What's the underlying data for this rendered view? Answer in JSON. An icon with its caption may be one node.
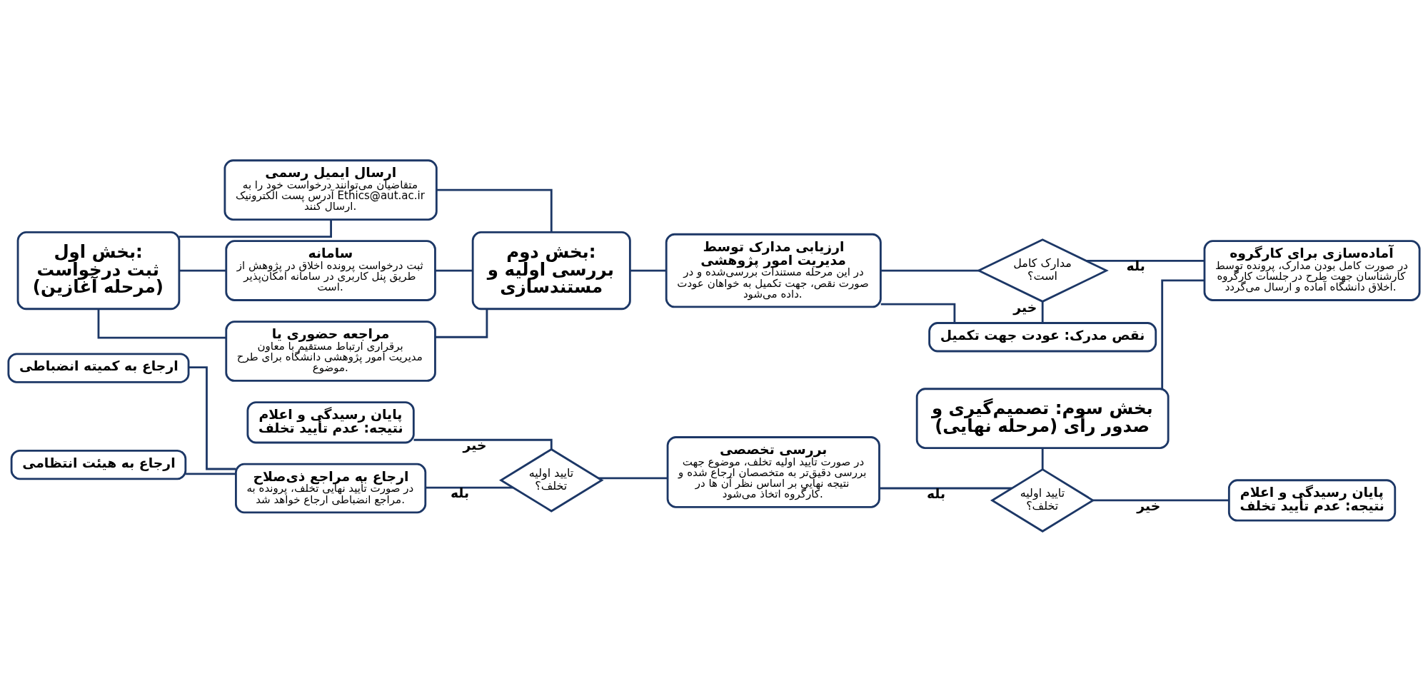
{
  "diagram": {
    "nodes": [
      {
        "text": [
          "بخش اول: ثبت درخواست (مرحله آغازین)"
        ]
      },
      {
        "text": [
          "ارسال ایمیل رسمی",
          "متقاضیان می‌توانند درخواست خود را به آدرس پست الکترونیک Ethics@aut.ac.ir ارسال کنند."
        ]
      },
      {
        "text": [
          "سامانه",
          "ثبت درخواست پرونده اخلاق در پژوهش از طریق پنل کاربری در سامانه امکان‌پذیر است."
        ]
      },
      {
        "text": [
          "مراجعه حضوری یا",
          "برقراری ارتباط مستقیم با معاون مدیریت امور پژوهشی دانشگاه برای طرح موضوع."
        ]
      },
      {
        "text": [
          "بخش دوم: بررسی اولیه و مستندسازی"
        ]
      },
      {
        "text": [
          "ارزیابی مدارک توسط مدیریت امور پژوهشی",
          "در این مرحله مستندات بررسی‌شده و در صورت نقص، جهت تکمیل به خواهان عودت داده می‌شود."
        ]
      },
      {
        "text": [
          "مدارک کامل است؟"
        ]
      },
      {
        "text": [
          "آماده‌سازی برای کارگروه",
          "در صورت کامل بودن مدارک، پرونده توسط کارشناسان جهت طرح در جلسات کارگروه اخلاق دانشگاه آماده و ارسال می‌گردد."
        ]
      },
      {
        "text": [
          "نقص مدرک: عودت جهت تکمیل"
        ]
      },
      {
        "text": [
          "بخش سوم: تصمیم‌گیری و صدور رأی (مرحله نهایی)"
        ]
      },
      {
        "text": [
          "تایید اولیه تخلف؟"
        ]
      },
      {
        "text": [
          "پایان رسیدگی و اعلام نتیجه: عدم تأیید تخلف"
        ]
      },
      {
        "text": [
          "بررسی تخصصی",
          "در صورت تایید اولیه تخلف، موضوع جهت بررسی دقیق‌تر به متخصصان ارجاع شده و نتیجه نهایی بر اساس نظر آن ها در کارگروه اتخاذ می‌شود."
        ]
      },
      {
        "text": [
          "تایید اولیه تخلف؟"
        ]
      },
      {
        "text": [
          "پایان رسیدگی و اعلام نتیجه: عدم تأیید تخلف"
        ]
      },
      {
        "text": [
          "ارجاع به مراجع ذی‌صلاح",
          "در صورت تأیید نهایی تخلف، پرونده به مراجع انضباطی ارجاع خواهد شد."
        ]
      },
      {
        "text": [
          "ارجاع به کمیته انضباطی"
        ]
      },
      {
        "text": [
          "ارجاع به هیئت انتظامی"
        ]
      }
    ],
    "edges": [
      {
        "from": 0,
        "to": 1,
        "arrow": "none"
      },
      {
        "from": 0,
        "to": 2,
        "arrow": "none"
      },
      {
        "from": 0,
        "to": 3,
        "arrow": "none"
      },
      {
        "from": 1,
        "to": 4,
        "arrow": "none"
      },
      {
        "from": 2,
        "to": 4,
        "arrow": "none"
      },
      {
        "from": 3,
        "to": 4,
        "arrow": "none"
      },
      {
        "from": 4,
        "to": 5,
        "arrow": "none"
      },
      {
        "from": 5,
        "to": 6,
        "arrow": "none"
      },
      {
        "from": 6,
        "to": 7,
        "arrow": "none",
        "label": "بله"
      },
      {
        "from": 6,
        "to": 8,
        "arrow": "none",
        "label": "خیر"
      },
      {
        "from": 8,
        "to": 5,
        "arrow": "none"
      },
      {
        "from": 7,
        "to": 9,
        "arrow": "none"
      },
      {
        "from": 9,
        "to": 10,
        "arrow": "none"
      },
      {
        "from": 10,
        "to": 11,
        "arrow": "none",
        "label": "خیر"
      },
      {
        "from": 10,
        "to": 12,
        "arrow": "none",
        "label": "بله"
      },
      {
        "from": 12,
        "to": 13,
        "arrow": "none"
      },
      {
        "from": 13,
        "to": 14,
        "arrow": "none",
        "label": "خیر"
      },
      {
        "from": 13,
        "to": 15,
        "arrow": "none",
        "label": "بله"
      },
      {
        "from": 15,
        "to": 16,
        "arrow": "none"
      },
      {
        "from": 15,
        "to": 17,
        "arrow": "none"
      }
    ]
  }
}
